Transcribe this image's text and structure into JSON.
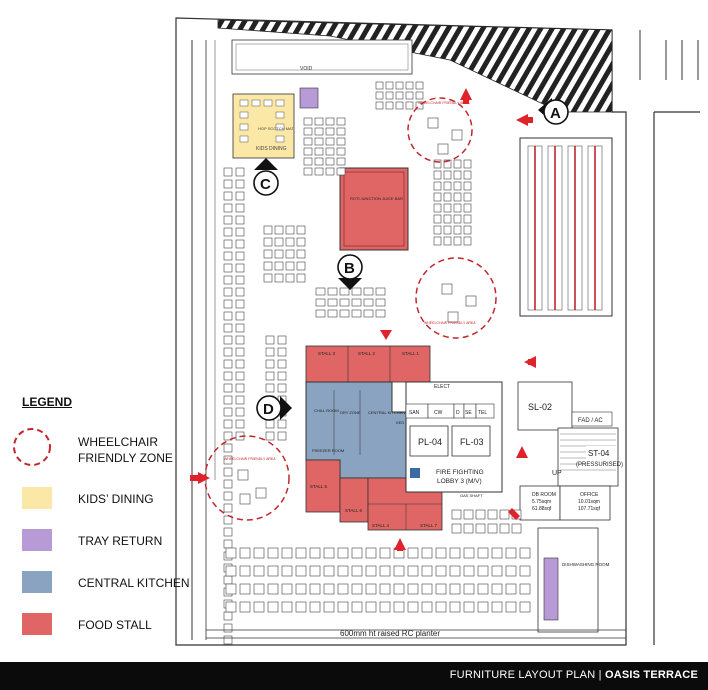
{
  "legend": {
    "title": "LEGEND",
    "items": [
      {
        "label_line1": "WHEELCHAIR",
        "label_line2": "FRIENDLY ZONE",
        "color": "#c0272d",
        "kind": "dashed-circle"
      },
      {
        "label_line1": "KIDS’ DINING",
        "label_line2": "",
        "color": "#fbe8a6",
        "kind": "box"
      },
      {
        "label_line1": "TRAY RETURN",
        "label_line2": "",
        "color": "#b89ad6",
        "kind": "box"
      },
      {
        "label_line1": "CENTRAL KITCHEN",
        "label_line2": "",
        "color": "#8aa3c0",
        "kind": "box"
      },
      {
        "label_line1": "FOOD STALL",
        "label_line2": "",
        "color": "#e06666",
        "kind": "box"
      }
    ]
  },
  "markers": {
    "a": "A",
    "b": "B",
    "c": "C",
    "d": "D"
  },
  "rooms": {
    "kids_dining": "KIDS DINING",
    "kids_sub": "HOP SCOTCH MAT",
    "void": "VOID",
    "junction_bar": "ROTI JUNCTION JUICE BAR",
    "stall1": "STALL 1",
    "stall2": "STALL 2",
    "stall3": "STALL 3",
    "stall4": "STALL 4",
    "stall5": "STALL 5",
    "stall6": "STALL 6",
    "stall7": "STALL 7",
    "stall8": "STALL 8",
    "chill_room": "CHILL ROOM",
    "dry_zone": "DRY ZONE",
    "central_kitchen": "CENTRAL KITCHEN",
    "freezer_room": "FREEZER ROOM",
    "elect": "ELECT",
    "san": "SAN",
    "cw": "CW",
    "d": "D",
    "se": "SE",
    "tel": "TEL",
    "pl04": "PL-04",
    "fl03": "FL-03",
    "lobby_1": "FIRE FIGHTING",
    "lobby_2": "LOBBY 3 (M/V)",
    "ked": "KED",
    "sl02": "SL-02",
    "fad_ac": "FAD / AC",
    "st04": "ST-04",
    "st04_sub": "(PRESSURISED)",
    "up": "UP",
    "db_room": "DB ROOM",
    "db_area": "5.75sqm",
    "db_area2": "61.88sqf",
    "office": "OFFICE",
    "office_area": "10.01sqm",
    "office_area2": "107.71sqf",
    "dishwashing": "DISHWASHING ROOM",
    "gas_shaft": "GAS SHAFT",
    "planter": "600mm ht raised RC planter",
    "wc_area": "WHEELCHAIR FRIENDLY AREA"
  },
  "footer": {
    "prefix": "FURNITURE   LAYOUT PLAN | ",
    "bold": "OASIS TERRACE"
  }
}
